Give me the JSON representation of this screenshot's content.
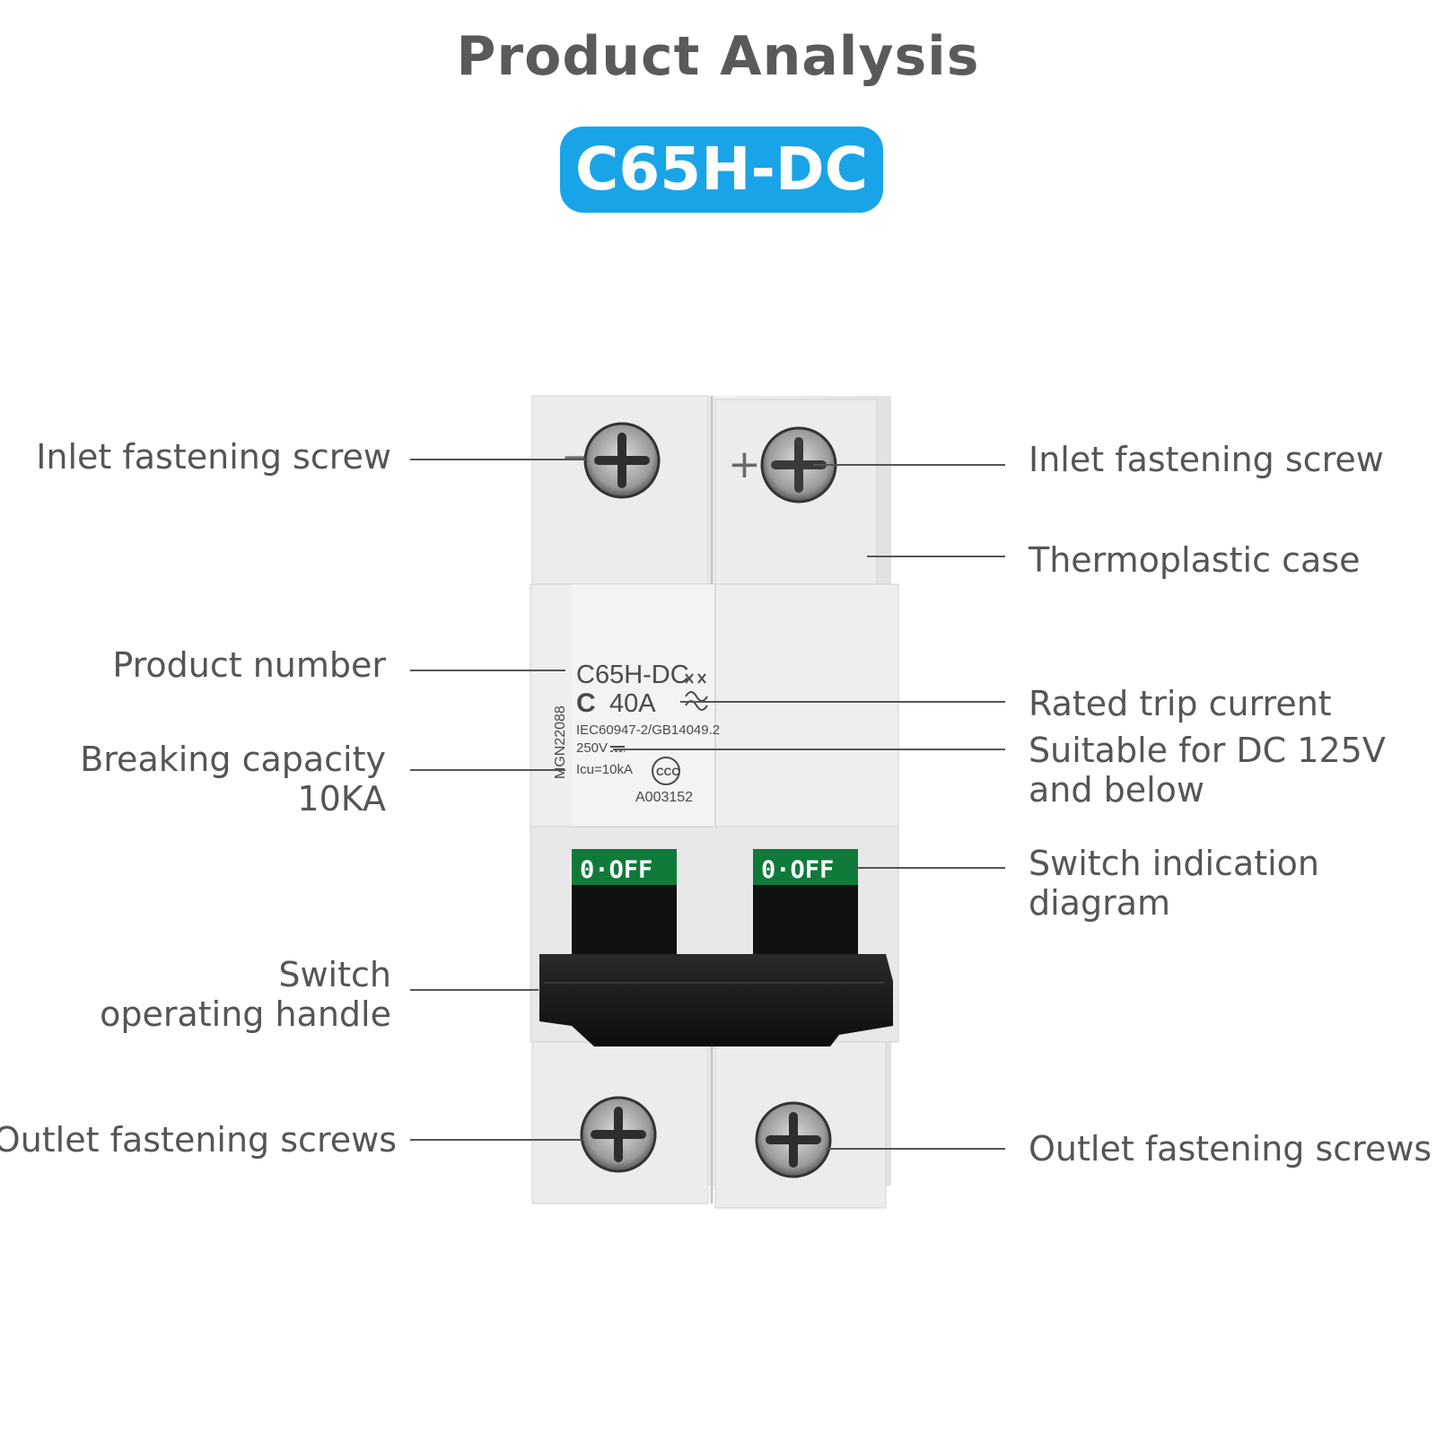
{
  "header": {
    "title": "Product Analysis",
    "model_badge": "C65H-DC"
  },
  "colors": {
    "badge": "#1aa4e8",
    "indicator": "#0f7a3a",
    "handle": "#1a1a1a",
    "case": "#ebebeb"
  },
  "callouts": {
    "inlet_left": "Inlet fastening screw",
    "inlet_right": "Inlet fastening screw",
    "thermoplastic_case": "Thermoplastic case",
    "product_number": "Product number",
    "rated_trip_current": "Rated trip current",
    "breaking_capacity_line1": "Breaking capacity",
    "breaking_capacity_line2": "10KA",
    "dc_rating_line1": "Suitable for DC 125V",
    "dc_rating_line2": "and below",
    "switch_indication_line1": "Switch indication",
    "switch_indication_line2": "diagram",
    "handle_line1": "Switch",
    "handle_line2": "operating handle",
    "outlet_left": "Outlet fastening screws",
    "outlet_right": "Outlet fastening screws"
  },
  "device": {
    "polarity_minus": "−",
    "polarity_plus": "+",
    "model": "C65H-DC",
    "curve": "C",
    "current": "40A",
    "standard": "IEC60947-2/GB14049.2",
    "voltage": "250V",
    "icu": "Icu=10kA",
    "serial": "MGN22088",
    "cert_code": "A003152",
    "cert_mark": "CCC",
    "indicator_left": "0·OFF",
    "indicator_right": "0·OFF"
  }
}
